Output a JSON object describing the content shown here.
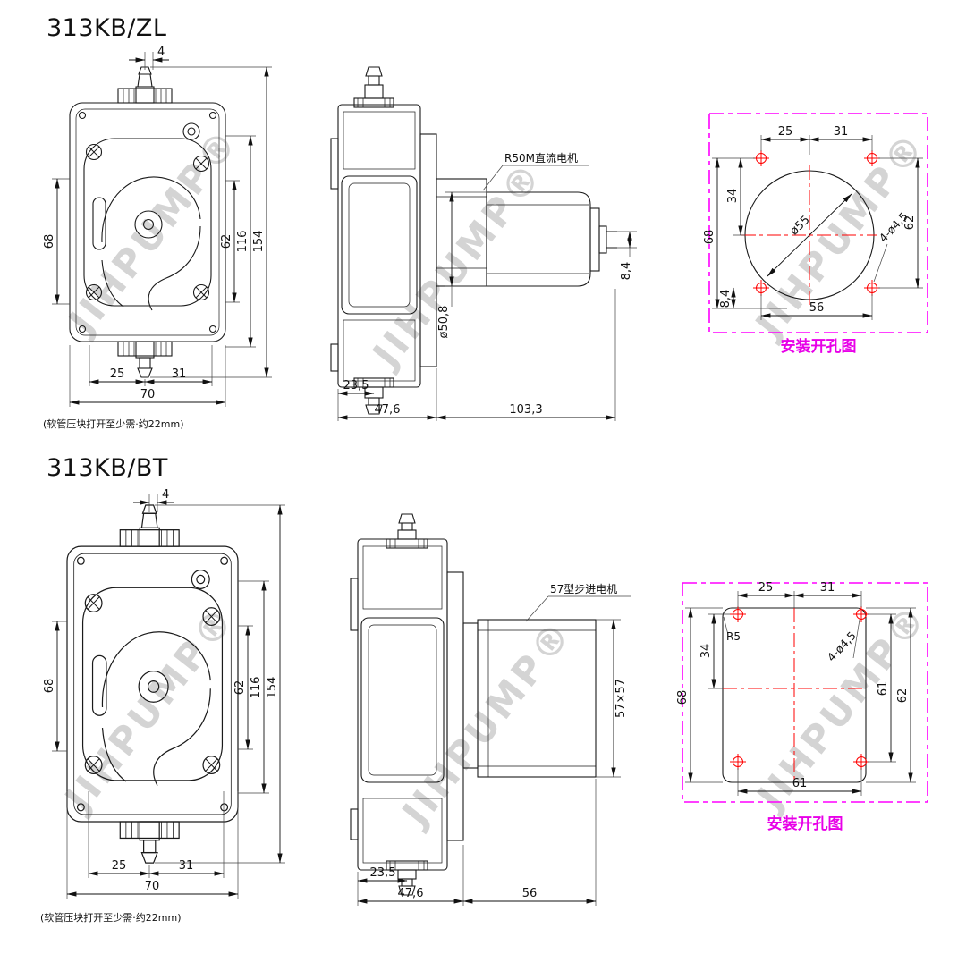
{
  "watermark": "JIHPUMP®",
  "s1": {
    "title": "313KB/ZL",
    "front": {
      "dim_tube": "4",
      "dim_left": "68",
      "dim_r1": "62",
      "dim_r2": "116",
      "dim_r3": "154",
      "dim_b1": "25",
      "dim_b2": "31",
      "dim_b3": "70",
      "note": "(软管压块打开至少需·约22mm)"
    },
    "side": {
      "motor_label": "R50M直流电机",
      "dim_dia": "ø50,8",
      "dim_pin": "8,4",
      "dim_b1": "23,5",
      "dim_b2": "47,6",
      "dim_b3": "103,3"
    },
    "mount": {
      "dim_t1": "25",
      "dim_t2": "31",
      "dim_l1": "34",
      "dim_l2": "68",
      "dim_l3": "8,4",
      "dim_circle": "ø55",
      "dim_holes": "4-ø4,5",
      "dim_bottom": "56",
      "dim_right": "62",
      "caption": "安装开孔图"
    }
  },
  "s2": {
    "title": "313KB/BT",
    "front": {
      "dim_tube": "4",
      "dim_left": "68",
      "dim_r1": "62",
      "dim_r2": "116",
      "dim_r3": "154",
      "dim_b1": "25",
      "dim_b2": "31",
      "dim_b3": "70",
      "note": "(软管压块打开至少需·约22mm)"
    },
    "side": {
      "motor_label": "57型步进电机",
      "dim_sq": "57×57",
      "dim_b1": "23,5",
      "dim_b2": "47,6",
      "dim_b3": "56"
    },
    "mount": {
      "dim_t1": "25",
      "dim_t2": "31",
      "dim_l1": "34",
      "dim_l2": "68",
      "dim_r5": "R5",
      "dim_holes": "4-ø4,5",
      "dim_right1": "61",
      "dim_right2": "62",
      "dim_bottom": "61",
      "caption": "安装开孔图"
    }
  }
}
